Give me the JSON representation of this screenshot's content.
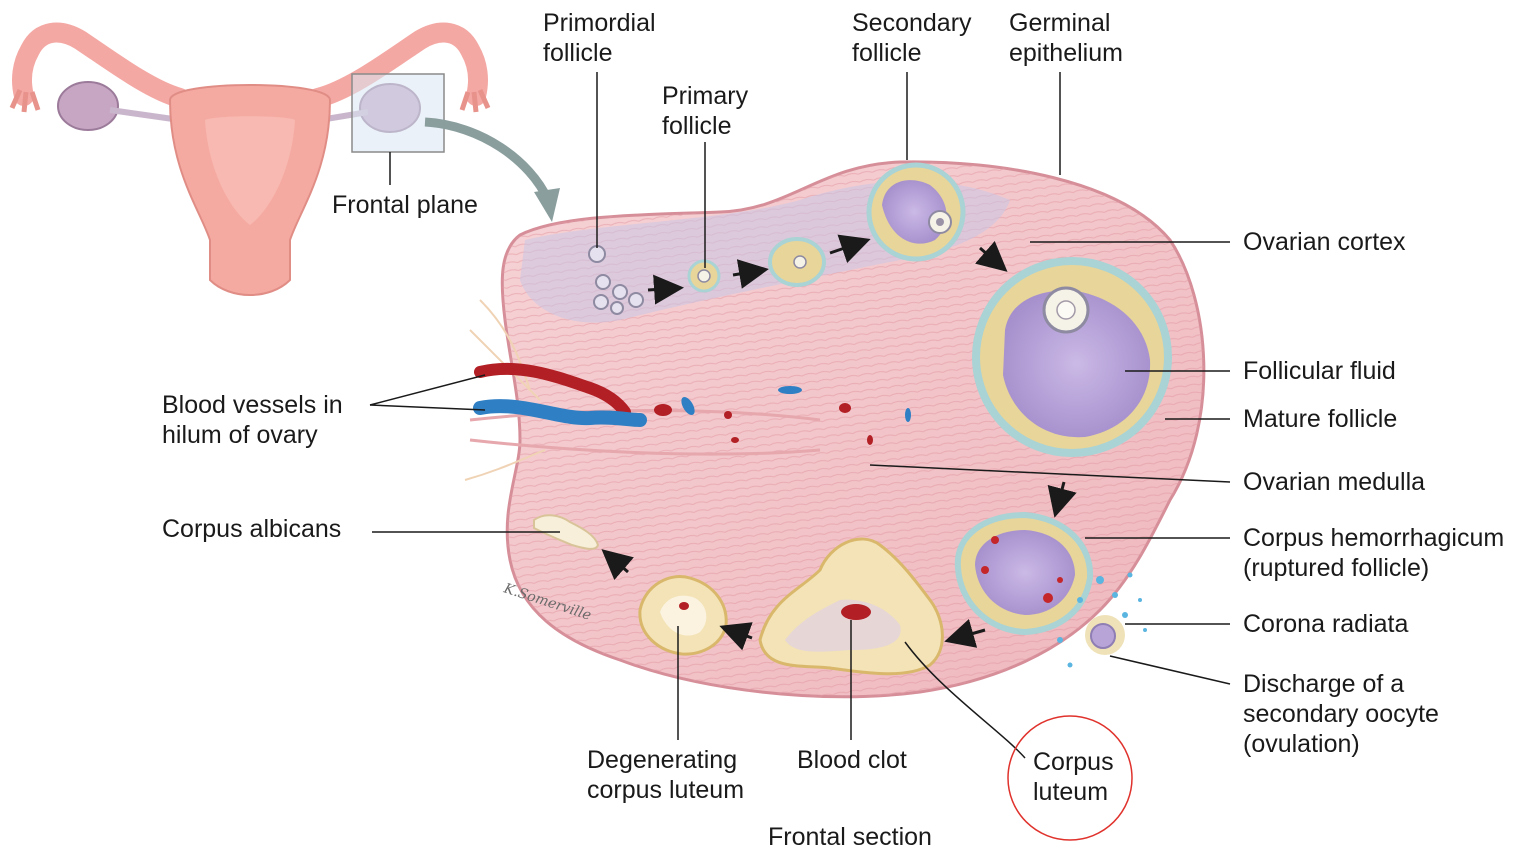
{
  "labels": {
    "primordial_follicle": [
      "Primordial",
      "follicle"
    ],
    "primary_follicle": [
      "Primary",
      "follicle"
    ],
    "secondary_follicle": [
      "Secondary",
      "follicle"
    ],
    "germinal_epithelium": [
      "Germinal",
      "epithelium"
    ],
    "frontal_plane": "Frontal plane",
    "ovarian_cortex": "Ovarian cortex",
    "follicular_fluid": "Follicular fluid",
    "mature_follicle": "Mature follicle",
    "blood_vessels": [
      "Blood vessels in",
      "hilum of ovary"
    ],
    "ovarian_medulla": "Ovarian medulla",
    "corpus_albicans": "Corpus albicans",
    "corpus_hemorrhagicum": [
      "Corpus hemorrhagicum",
      "(ruptured follicle)"
    ],
    "corona_radiata": "Corona radiata",
    "discharge": [
      "Discharge of a",
      "secondary oocyte",
      "(ovulation)"
    ],
    "degenerating_corpus_luteum": [
      "Degenerating",
      "corpus luteum"
    ],
    "blood_clot": "Blood clot",
    "corpus_luteum": [
      "Corpus",
      "luteum"
    ],
    "frontal_section": "Frontal section",
    "artist_signature": "K.Somerville"
  },
  "colors": {
    "ovary_tissue": "#f2c4c8",
    "cortex_tint": "#c9c6e6",
    "follicle_fluid": "#b9a4d8",
    "granulosa": "#e8d59a",
    "theca_ring": "#a9d3d4",
    "artery": "#b21f24",
    "vein": "#2f7fc4",
    "uterus": "#f2a8a0",
    "highlight_circle": "#e0322c"
  }
}
